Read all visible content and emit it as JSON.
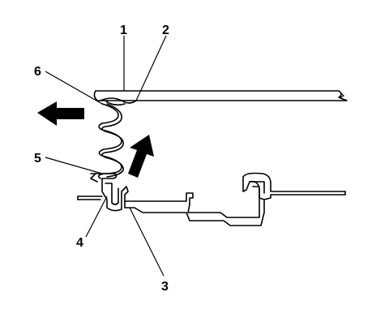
{
  "callouts": [
    "1",
    "2",
    "3",
    "4",
    "5",
    "6"
  ]
}
